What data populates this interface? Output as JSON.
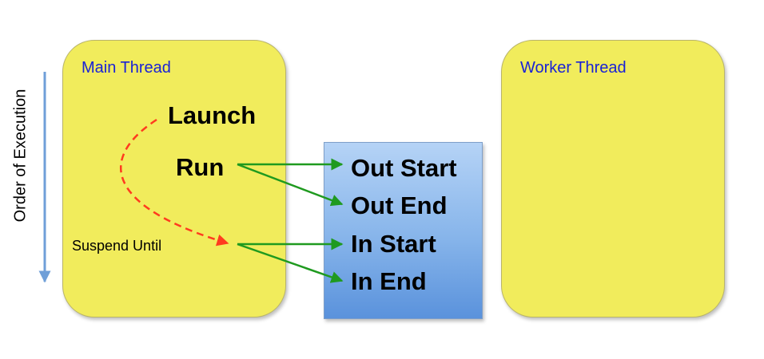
{
  "main_thread": {
    "title": "Main Thread",
    "launch": "Launch",
    "run": "Run",
    "suspend": "Suspend Until"
  },
  "worker_thread": {
    "title": "Worker Thread"
  },
  "stack": {
    "items": [
      "Out Start",
      "Out End",
      "In Start",
      "In End"
    ]
  },
  "axis": {
    "label": "Order of Execution"
  },
  "colors": {
    "thread_fill": "#f1ec5c",
    "title_text": "#1a22d6",
    "stack_fill": "#86b4ea",
    "arrow_green": "#1f9a1f",
    "arrow_dashed": "#ff3b1f",
    "axis_arrow": "#6f9fd8"
  }
}
